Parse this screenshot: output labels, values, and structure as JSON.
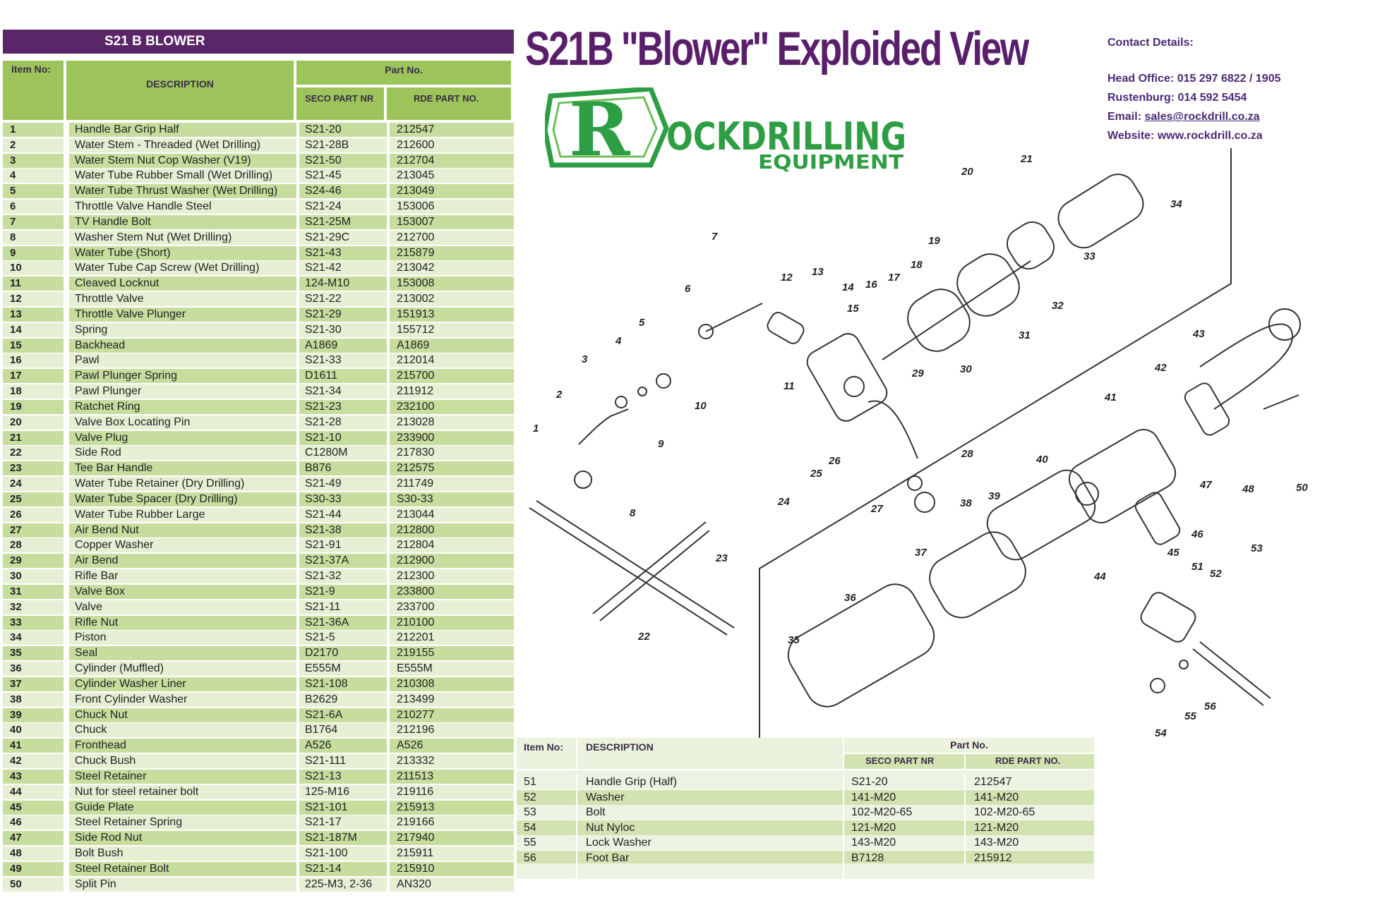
{
  "left_table": {
    "title": "S21 B BLOWER",
    "col_item": "Item No:",
    "col_desc": "DESCRIPTION",
    "col_part": "Part No.",
    "col_seco": "SECO PART NR",
    "col_rde": "RDE PART NO.",
    "rows": [
      {
        "item": "1",
        "desc": "Handle Bar Grip Half",
        "seco": "S21-20",
        "rde": "212547"
      },
      {
        "item": "2",
        "desc": "Water Stem  - Threaded (Wet Drilling)",
        "seco": "S21-28B",
        "rde": "212600"
      },
      {
        "item": "3",
        "desc": "Water Stem Nut Cop Washer (V19)",
        "seco": "S21-50",
        "rde": "212704"
      },
      {
        "item": "4",
        "desc": "Water Tube Rubber Small (Wet Drilling)",
        "seco": "S21-45",
        "rde": "213045"
      },
      {
        "item": "5",
        "desc": "Water Tube Thrust Washer (Wet Drilling)",
        "seco": "S24-46",
        "rde": "213049"
      },
      {
        "item": "6",
        "desc": "Throttle Valve Handle Steel",
        "seco": "S21-24",
        "rde": "153006"
      },
      {
        "item": "7",
        "desc": "TV Handle Bolt",
        "seco": "S21-25M",
        "rde": "153007"
      },
      {
        "item": "8",
        "desc": "Washer Stem Nut (Wet Drilling)",
        "seco": "S21-29C",
        "rde": "212700"
      },
      {
        "item": "9",
        "desc": "Water Tube (Short)",
        "seco": "S21-43",
        "rde": "215879"
      },
      {
        "item": "10",
        "desc": "Water Tube Cap Screw (Wet Drilling)",
        "seco": "S21-42",
        "rde": "213042"
      },
      {
        "item": "11",
        "desc": "Cleaved Locknut",
        "seco": "124-M10",
        "rde": "153008"
      },
      {
        "item": "12",
        "desc": "Throttle Valve",
        "seco": "S21-22",
        "rde": "213002"
      },
      {
        "item": "13",
        "desc": "Throttle Valve Plunger",
        "seco": "S21-29",
        "rde": "151913"
      },
      {
        "item": "14",
        "desc": "Spring",
        "seco": "S21-30",
        "rde": "155712"
      },
      {
        "item": "15",
        "desc": "Backhead",
        "seco": "A1869",
        "rde": "A1869"
      },
      {
        "item": "16",
        "desc": "Pawl",
        "seco": "S21-33",
        "rde": "212014"
      },
      {
        "item": "17",
        "desc": "Pawl Plunger Spring",
        "seco": "D1611",
        "rde": "215700"
      },
      {
        "item": "18",
        "desc": "Pawl Plunger",
        "seco": "S21-34",
        "rde": "211912"
      },
      {
        "item": "19",
        "desc": "Ratchet Ring",
        "seco": "S21-23",
        "rde": "232100"
      },
      {
        "item": "20",
        "desc": "Valve Box Locating Pin",
        "seco": "S21-28",
        "rde": "213028"
      },
      {
        "item": "21",
        "desc": "Valve Plug",
        "seco": "S21-10",
        "rde": "233900"
      },
      {
        "item": "22",
        "desc": "Side Rod",
        "seco": "C1280M",
        "rde": "217830"
      },
      {
        "item": "23",
        "desc": "Tee Bar Handle",
        "seco": "B876",
        "rde": "212575"
      },
      {
        "item": "24",
        "desc": "Water Tube Retainer (Dry Drilling)",
        "seco": "S21-49",
        "rde": "211749"
      },
      {
        "item": "25",
        "desc": "Water Tube Spacer (Dry Drilling)",
        "seco": "S30-33",
        "rde": "S30-33"
      },
      {
        "item": "26",
        "desc": "Water Tube Rubber Large",
        "seco": "S21-44",
        "rde": "213044"
      },
      {
        "item": "27",
        "desc": "Air Bend Nut",
        "seco": "S21-38",
        "rde": "212800"
      },
      {
        "item": "28",
        "desc": "Copper Washer",
        "seco": "S21-91",
        "rde": "212804"
      },
      {
        "item": "29",
        "desc": "Air Bend",
        "seco": "S21-37A",
        "rde": "212900"
      },
      {
        "item": "30",
        "desc": "Rifle Bar",
        "seco": "S21-32",
        "rde": "212300"
      },
      {
        "item": "31",
        "desc": "Valve Box",
        "seco": "S21-9",
        "rde": "233800"
      },
      {
        "item": "32",
        "desc": "Valve",
        "seco": "S21-11",
        "rde": "233700"
      },
      {
        "item": "33",
        "desc": "Rifle Nut",
        "seco": "S21-36A",
        "rde": "210100"
      },
      {
        "item": "34",
        "desc": "Piston",
        "seco": "S21-5",
        "rde": "212201"
      },
      {
        "item": "35",
        "desc": "Seal",
        "seco": "D2170",
        "rde": "219155"
      },
      {
        "item": "36",
        "desc": "Cylinder (Muffled)",
        "seco": "E555M",
        "rde": "E555M"
      },
      {
        "item": "37",
        "desc": "Cylinder Washer Liner",
        "seco": "S21-108",
        "rde": "210308"
      },
      {
        "item": "38",
        "desc": "Front Cylinder Washer",
        "seco": "B2629",
        "rde": "213499"
      },
      {
        "item": "39",
        "desc": "Chuck Nut",
        "seco": "S21-6A",
        "rde": "210277"
      },
      {
        "item": "40",
        "desc": "Chuck",
        "seco": "B1764",
        "rde": "212196"
      },
      {
        "item": "41",
        "desc": "Fronthead",
        "seco": "A526",
        "rde": "A526"
      },
      {
        "item": "42",
        "desc": "Chuck Bush",
        "seco": "S21-111",
        "rde": "213332"
      },
      {
        "item": "43",
        "desc": "Steel Retainer",
        "seco": "S21-13",
        "rde": "211513"
      },
      {
        "item": "44",
        "desc": "Nut for steel retainer bolt",
        "seco": "125-M16",
        "rde": "219116"
      },
      {
        "item": "45",
        "desc": "Guide Plate",
        "seco": "S21-101",
        "rde": "215913"
      },
      {
        "item": "46",
        "desc": "Steel Retainer Spring",
        "seco": "S21-17",
        "rde": "219166"
      },
      {
        "item": "47",
        "desc": "Side Rod Nut",
        "seco": "S21-187M",
        "rde": "217940"
      },
      {
        "item": "48",
        "desc": "Bolt Bush",
        "seco": "S21-100",
        "rde": "215911"
      },
      {
        "item": "49",
        "desc": "Steel Retainer Bolt",
        "seco": "S21-14",
        "rde": "215910"
      },
      {
        "item": "50",
        "desc": "Split Pin",
        "seco": "225-M3, 2-36",
        "rde": "AN320"
      }
    ]
  },
  "title": "S21B \"Blower\" Exploided View",
  "logo": {
    "big_letter": "R",
    "word": "OCKDRILLING",
    "sub": "EQUIPMENT"
  },
  "contact": {
    "heading": "Contact Details:",
    "head_office": "Head Office:  015 297 6822 / 1905",
    "rustenburg": "Rustenburg:  014 592 5454",
    "email_label": "Email: ",
    "email": "sales@rockdrill.co.za",
    "website": "Website: www.rockdrill.co.za"
  },
  "bottom_table": {
    "col_item": "Item No:",
    "col_desc": "DESCRIPTION",
    "col_part": "Part No.",
    "col_seco": "SECO PART NR",
    "col_rde": "RDE PART NO.",
    "rows": [
      {
        "item": "51",
        "desc": "Handle Grip (Half)",
        "seco": "S21-20",
        "rde": "212547"
      },
      {
        "item": "52",
        "desc": "Washer",
        "seco": "141-M20",
        "rde": "141-M20"
      },
      {
        "item": "53",
        "desc": "Bolt",
        "seco": "102-M20-65",
        "rde": "102-M20-65"
      },
      {
        "item": "54",
        "desc": "Nut Nyloc",
        "seco": "121-M20",
        "rde": "121-M20"
      },
      {
        "item": "55",
        "desc": "Lock Washer",
        "seco": "143-M20",
        "rde": "143-M20"
      },
      {
        "item": "56",
        "desc": "Foot Bar",
        "seco": "B7128",
        "rde": "215912"
      }
    ]
  },
  "diagram_labels": [
    "1",
    "2",
    "3",
    "4",
    "5",
    "6",
    "7",
    "8",
    "9",
    "10",
    "11",
    "12",
    "13",
    "14",
    "15",
    "16",
    "17",
    "18",
    "19",
    "20",
    "21",
    "22",
    "23",
    "24",
    "25",
    "26",
    "27",
    "28",
    "29",
    "30",
    "31",
    "32",
    "33",
    "34",
    "35",
    "36",
    "37",
    "38",
    "39",
    "40",
    "41",
    "42",
    "43",
    "44",
    "45",
    "46",
    "47",
    "48",
    "50",
    "51",
    "52",
    "53",
    "54",
    "55",
    "56"
  ],
  "colors": {
    "purple": "#5a2668",
    "green_header": "#9cc45a",
    "row_green": "#c7dd9e",
    "row_light": "#e6efd4",
    "logo_green": "#2e9e44"
  }
}
